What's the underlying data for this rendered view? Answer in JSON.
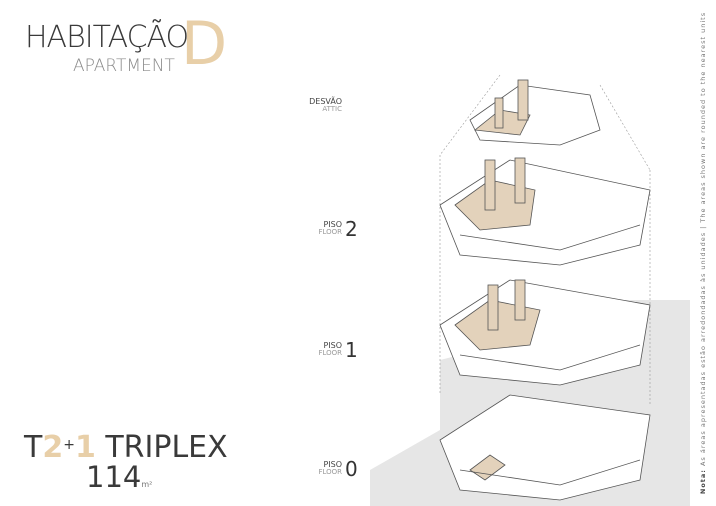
{
  "header": {
    "title": "HABITAÇÃO",
    "subtitle": "APARTMENT",
    "letter": "D"
  },
  "unit": {
    "t": "T",
    "bedrooms": "2",
    "plus": "+",
    "extra": "1",
    "type": "TRIPLEX",
    "area": "114",
    "area_unit": "m²"
  },
  "levels": [
    {
      "pt": "DESVÃO",
      "en": "ATTIC",
      "number": ""
    },
    {
      "pt": "PISO",
      "en": "FLOOR",
      "number": "2"
    },
    {
      "pt": "PISO",
      "en": "FLOOR",
      "number": "1"
    },
    {
      "pt": "PISO",
      "en": "FLOOR",
      "number": "0"
    }
  ],
  "note": {
    "label": "Nota:",
    "text": "As áreas apresentadas estão arredondadas às unidades | The areas shown are rounded to the nearest units"
  },
  "colors": {
    "accent": "#e8cfa8",
    "highlight_fill": "#e3d2bb",
    "text": "#3a3a3a",
    "ground": "#e6e6e6"
  }
}
